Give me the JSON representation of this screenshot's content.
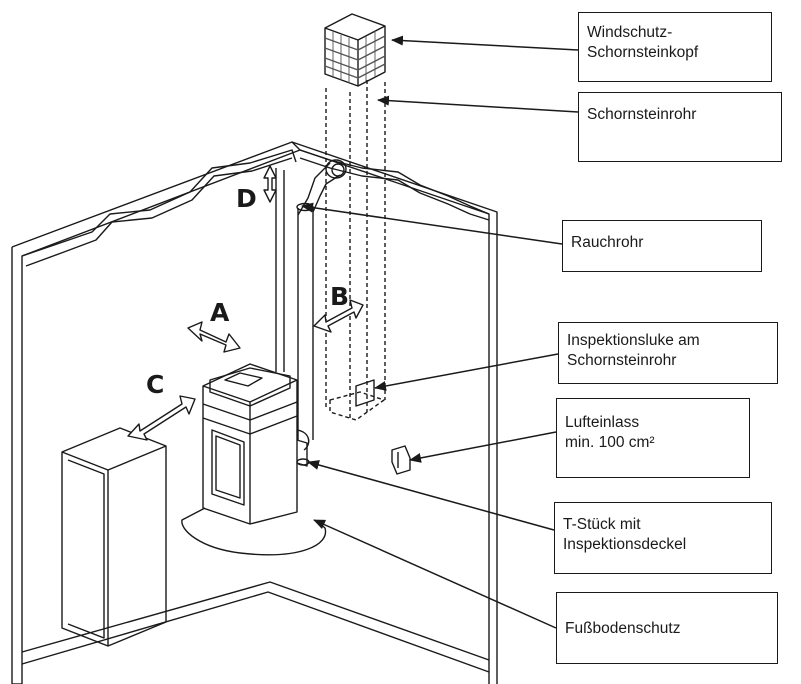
{
  "labels": {
    "windschutz": {
      "line1": "Windschutz-",
      "line2": "Schornsteinkopf"
    },
    "schornsteinrohr": {
      "line1": "Schornsteinrohr"
    },
    "rauchrohr": {
      "line1": "Rauchrohr"
    },
    "inspektionsluke": {
      "line1": "Inspektionsluke am",
      "line2": "Schornsteinrohr"
    },
    "lufteinlass": {
      "line1": "Lufteinlass",
      "line2": "min. 100 cm²"
    },
    "tstueck": {
      "line1": "T-Stück mit",
      "line2": "Inspektionsdeckel"
    },
    "fussboden": {
      "line1": "Fußbodenschutz"
    }
  },
  "distances": {
    "a": "A",
    "b": "B",
    "c": "C",
    "d": "D"
  },
  "colors": {
    "line": "#1a1a1a",
    "background": "#ffffff",
    "hatch": "#555555"
  }
}
